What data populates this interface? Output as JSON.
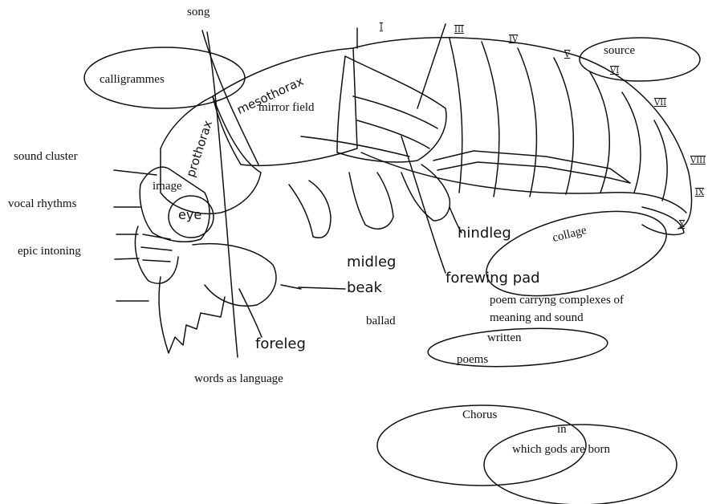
{
  "typed_labels": {
    "song": "song",
    "calligrammes": "calligrammes",
    "mirror_field": "mirror field",
    "source": "source",
    "sound_cluster": "sound cluster",
    "image": "image",
    "vocal_rhythms": "vocal rhythms",
    "epic_intoning": "epic intoning",
    "collage": "collage",
    "poem_line1": "poem carryng complexes of",
    "poem_line2": "meaning and sound",
    "ballad": "ballad",
    "written": "written",
    "poems": "poems",
    "words_as_language": "words as language",
    "chorus": "Chorus",
    "in": "in",
    "which_gods": "which gods are born"
  },
  "handwritten_labels": {
    "prothorax": "prothorax",
    "mesothorax": "mesothorax",
    "eye": "eye",
    "hindleg": "hindleg",
    "midleg": "midleg",
    "forewing_pad": "forewing pad",
    "beak": "beak",
    "foreleg": "foreleg"
  },
  "segment_numerals": [
    "I",
    "III",
    "IV",
    "V",
    "VI",
    "VII",
    "VIII",
    "IX",
    "X"
  ],
  "colors": {
    "ink": "#111111",
    "background": "#ffffff"
  }
}
